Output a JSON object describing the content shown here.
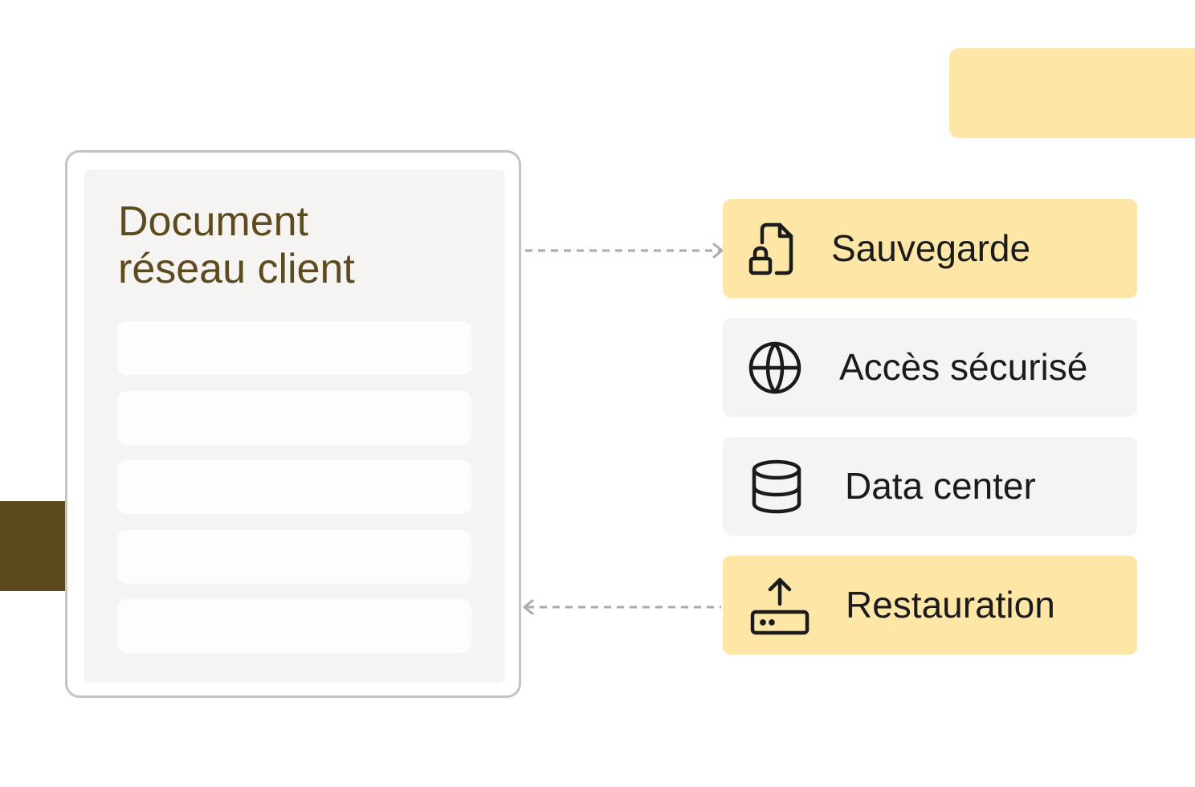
{
  "document_card": {
    "title_line1": "Document",
    "title_line2": "réseau client",
    "row_count": 5
  },
  "services": [
    {
      "label": "Sauvegarde",
      "icon": "file-lock-icon",
      "highlighted": true
    },
    {
      "label": "Accès sécurisé",
      "icon": "globe-icon",
      "highlighted": false
    },
    {
      "label": "Data center",
      "icon": "database-icon",
      "highlighted": false
    },
    {
      "label": "Restauration",
      "icon": "upload-router-icon",
      "highlighted": true
    }
  ],
  "connections": [
    {
      "from": "Document réseau client",
      "to": "Sauvegarde",
      "style": "dashed"
    },
    {
      "from": "Restauration",
      "to": "Document réseau client",
      "style": "dashed"
    }
  ],
  "colors": {
    "accent_yellow": "#fde6a6",
    "brown": "#5e4a1f",
    "panel_grey": "#f5f4f2",
    "border_grey": "#c4c4c4",
    "text_dark": "#1b1b1b",
    "connector_grey": "#aaaaaa"
  }
}
